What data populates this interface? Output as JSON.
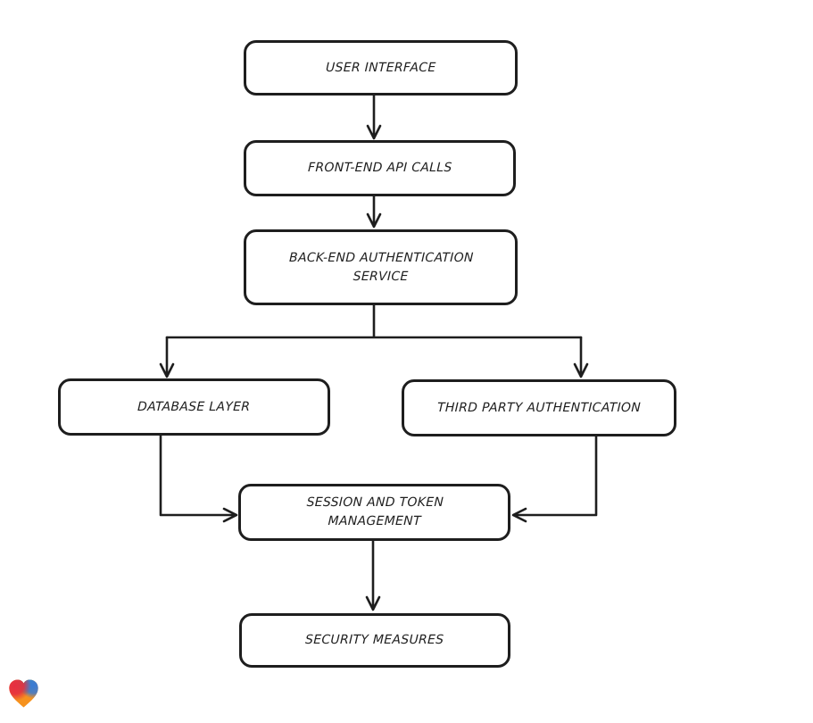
{
  "page": {
    "background": "#ffffff"
  },
  "diagram": {
    "type": "flowchart",
    "style": "hand-drawn",
    "stroke_color": "#1e1e1e",
    "node_fill": "#ffffff",
    "nodes": [
      {
        "id": "user-interface",
        "label": "USER INTERFACE"
      },
      {
        "id": "front-end-api-calls",
        "label": "FRONT-END API CALLS"
      },
      {
        "id": "back-end-authentication-service",
        "label": "BACK-END AUTHENTICATION SERVICE"
      },
      {
        "id": "database-layer",
        "label": "DATABASE LAYER"
      },
      {
        "id": "third-party-authentication",
        "label": "THIRD PARTY AUTHENTICATION"
      },
      {
        "id": "session-and-token-management",
        "label": "SESSION AND TOKEN MANAGEMENT"
      },
      {
        "id": "security-measures",
        "label": "SECURITY MEASURES"
      }
    ],
    "edges": [
      {
        "from": "user-interface",
        "to": "front-end-api-calls"
      },
      {
        "from": "front-end-api-calls",
        "to": "back-end-authentication-service"
      },
      {
        "from": "back-end-authentication-service",
        "to": "database-layer"
      },
      {
        "from": "back-end-authentication-service",
        "to": "third-party-authentication"
      },
      {
        "from": "database-layer",
        "to": "session-and-token-management"
      },
      {
        "from": "third-party-authentication",
        "to": "session-and-token-management"
      },
      {
        "from": "session-and-token-management",
        "to": "security-measures"
      }
    ]
  },
  "footer": {
    "logo": {
      "icon": "gradient-heart-icon",
      "colors": [
        "#e62e40",
        "#2bb673",
        "#3a7bd5",
        "#f6921e"
      ]
    }
  }
}
